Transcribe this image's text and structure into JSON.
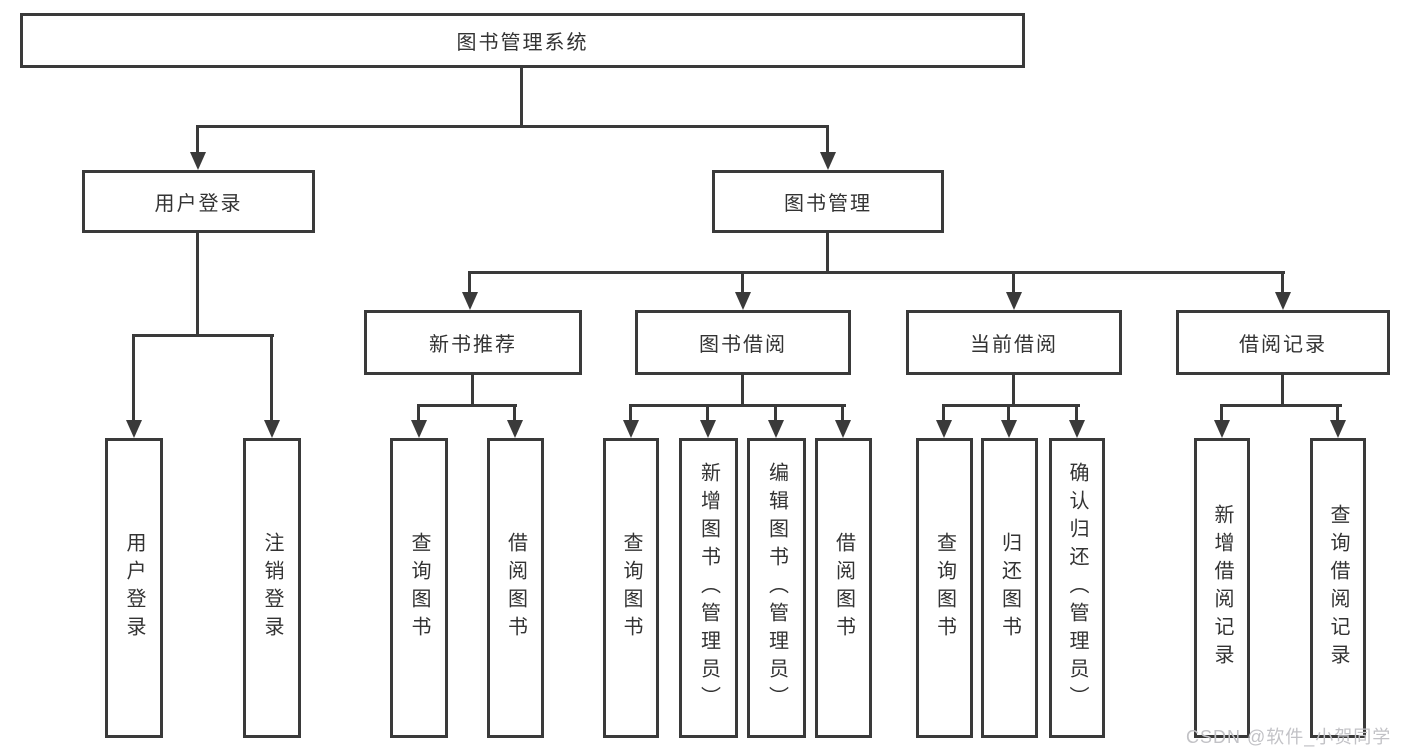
{
  "diagram": {
    "title": "图书管理系统",
    "type": "hierarchy-tree",
    "colors": {
      "line": "#3a3a3a",
      "text": "#333333",
      "background": "#ffffff",
      "watermark": "#c2c2c6"
    }
  },
  "tree": {
    "label": "图书管理系统",
    "children": [
      {
        "label": "用户登录",
        "children": [
          {
            "label": "用户登录"
          },
          {
            "label": "注销登录"
          }
        ]
      },
      {
        "label": "图书管理",
        "children": [
          {
            "label": "新书推荐",
            "children": [
              {
                "label": "查询图书"
              },
              {
                "label": "借阅图书"
              }
            ]
          },
          {
            "label": "图书借阅",
            "children": [
              {
                "label": "查询图书"
              },
              {
                "label": "新增图书（管理员）"
              },
              {
                "label": "编辑图书（管理员）"
              },
              {
                "label": "借阅图书"
              }
            ]
          },
          {
            "label": "当前借阅",
            "children": [
              {
                "label": "查询图书"
              },
              {
                "label": "归还图书"
              },
              {
                "label": "确认归还（管理员）"
              }
            ]
          },
          {
            "label": "借阅记录",
            "children": [
              {
                "label": "新增借阅记录"
              },
              {
                "label": "查询借阅记录"
              }
            ]
          }
        ]
      }
    ]
  },
  "watermark": "CSDN @软件_小贺同学"
}
